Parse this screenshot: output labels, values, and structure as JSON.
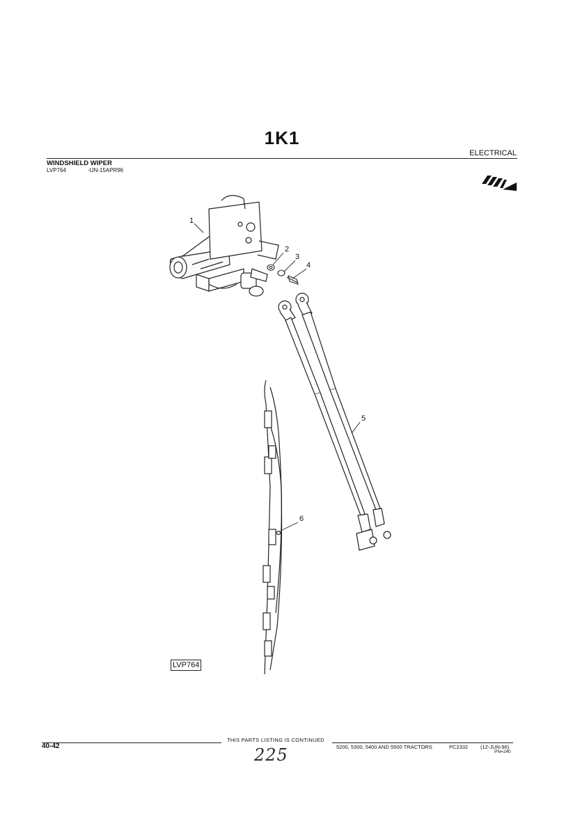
{
  "page": {
    "title": "1K1",
    "section": "ELECTRICAL",
    "header": {
      "title": "WINDSHIELD WIPER",
      "ref": "LVP764",
      "date": "-UN-15APR96"
    },
    "figure_label": "LVP764",
    "callouts": [
      "1",
      "2",
      "3",
      "4",
      "5",
      "6"
    ],
    "footer": {
      "page_number": "40-42",
      "continued": "THIS PARTS LISTING IS CONTINUED",
      "product": "5200, 5300, 5400 AND 5500 TRACTORS",
      "code": "PC2332",
      "date": "(12-JUN-96)",
      "pn": "PN=240"
    },
    "handwritten_note": "225"
  },
  "icons": {
    "continue_arrow": "continue-arrow-icon"
  }
}
